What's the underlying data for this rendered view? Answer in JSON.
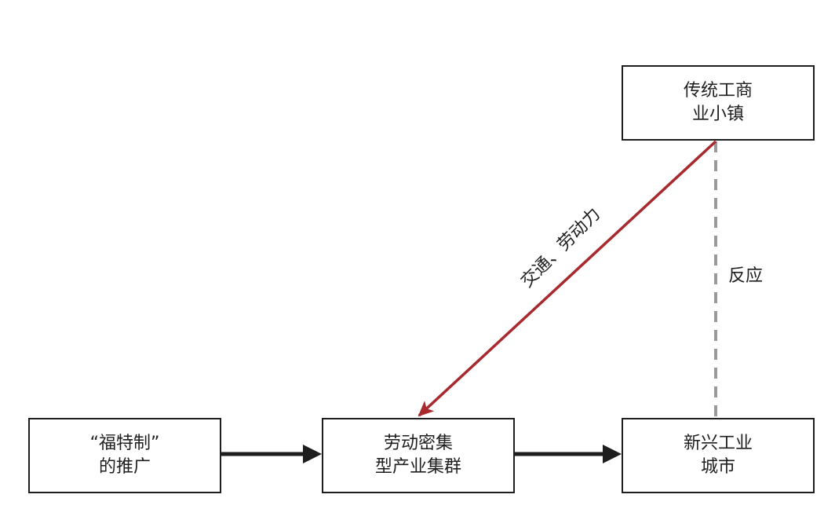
{
  "nodes": {
    "traditional_town": {
      "line1": "传统工商",
      "line2": "业小镇"
    },
    "fordism": {
      "line1": "“福特制”",
      "line2": "的推广"
    },
    "labor_cluster": {
      "line1": "劳动密集",
      "line2": "型产业集群"
    },
    "industrial_city": {
      "line1": "新兴工业",
      "line2": "城市"
    }
  },
  "edges": {
    "transport_labor": "交通、劳动力",
    "reaction": "反应"
  },
  "colors": {
    "box_border": "#1e1e1e",
    "black_arrow": "#1e1e1e",
    "red_arrow": "#a8292e",
    "dashed_line": "#9a9a9a"
  }
}
